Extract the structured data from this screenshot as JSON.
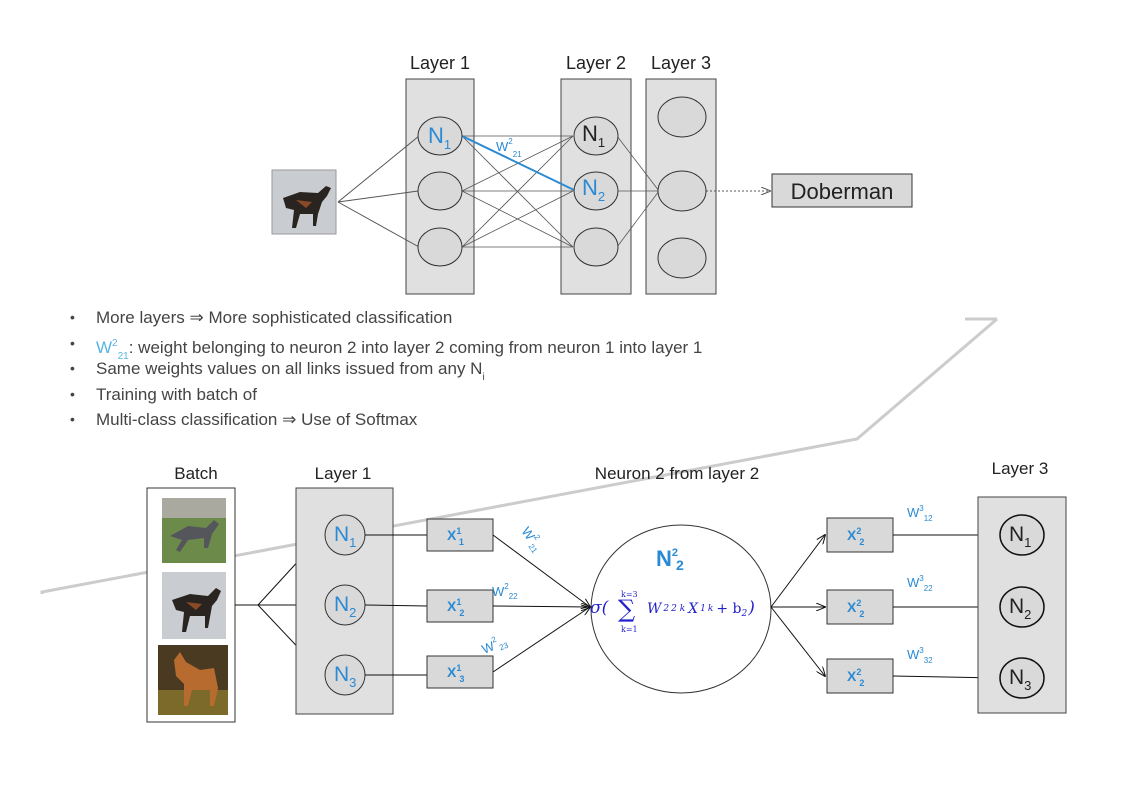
{
  "top": {
    "layer1_label": "Layer 1",
    "layer2_label": "Layer 2",
    "layer3_label": "Layer 3",
    "n1_label": "N",
    "n1_sub": "1",
    "n2_label": "N",
    "n2_sub": "2",
    "w_label": "W",
    "w_sup": "2",
    "w_sub": "21",
    "l2n1_label": "N",
    "l2n1_sub": "1",
    "l2n2_label": "N",
    "l2n2_sub": "2",
    "output_label": "Doberman"
  },
  "bullets": [
    {
      "text": "More layers ⇒ More sophisticated classification"
    },
    {
      "w": "W",
      "w_sup": "2",
      "w_sub": "21",
      "text": ": weight belonging to neuron 2 into layer 2 coming from neuron 1 into layer 1"
    },
    {
      "text": "Same weights values on all links issued from any N",
      "sub": "i"
    },
    {
      "text": "Training with batch of"
    },
    {
      "text": "Multi-class classification ⇒ Use of Softmax"
    }
  ],
  "bottom": {
    "batch_label": "Batch",
    "layer1_label": "Layer 1",
    "neuron_title": "Neuron 2 from layer 2",
    "layer3_label": "Layer 3",
    "l1": [
      {
        "label": "N",
        "sub": "1"
      },
      {
        "label": "N",
        "sub": "2"
      },
      {
        "label": "N",
        "sub": "3"
      }
    ],
    "x_in": [
      {
        "label": "X",
        "sup": "1",
        "sub": "1"
      },
      {
        "label": "X",
        "sup": "1",
        "sub": "2"
      },
      {
        "label": "X",
        "sup": "1",
        "sub": "3"
      }
    ],
    "w_in": [
      {
        "label": "W",
        "sup": "2",
        "sub": "21"
      },
      {
        "label": "W",
        "sup": "2",
        "sub": "22"
      },
      {
        "label": "W",
        "sup": "2",
        "sub": "23"
      }
    ],
    "neuron": {
      "label": "N",
      "sup": "2",
      "sub": "2"
    },
    "formula": {
      "sigma": "σ(",
      "sum": "∑",
      "top": "k=3",
      "bottom": "k=1",
      "w": "W",
      "w_sup": "2",
      "w_sub": "2 k",
      "x": "X",
      "x_sup": "1",
      "x_sub": "k",
      "plus": "+ b",
      "b_sub": "2",
      "close": ")"
    },
    "x_out": [
      {
        "label": "X",
        "sup": "2",
        "sub": "2"
      },
      {
        "label": "X",
        "sup": "2",
        "sub": "2"
      },
      {
        "label": "X",
        "sup": "2",
        "sub": "2"
      }
    ],
    "w_out": [
      {
        "label": "W",
        "sup": "3",
        "sub": "12"
      },
      {
        "label": "W",
        "sup": "3",
        "sub": "22"
      },
      {
        "label": "W",
        "sup": "3",
        "sub": "32"
      }
    ],
    "l3": [
      {
        "label": "N",
        "sub": "1"
      },
      {
        "label": "N",
        "sub": "2"
      },
      {
        "label": "N",
        "sub": "3"
      }
    ]
  },
  "colors": {
    "accent": "#2a8ad4",
    "node_fill": "#d9d9d9",
    "layer_fill": "#e0e0e0"
  }
}
